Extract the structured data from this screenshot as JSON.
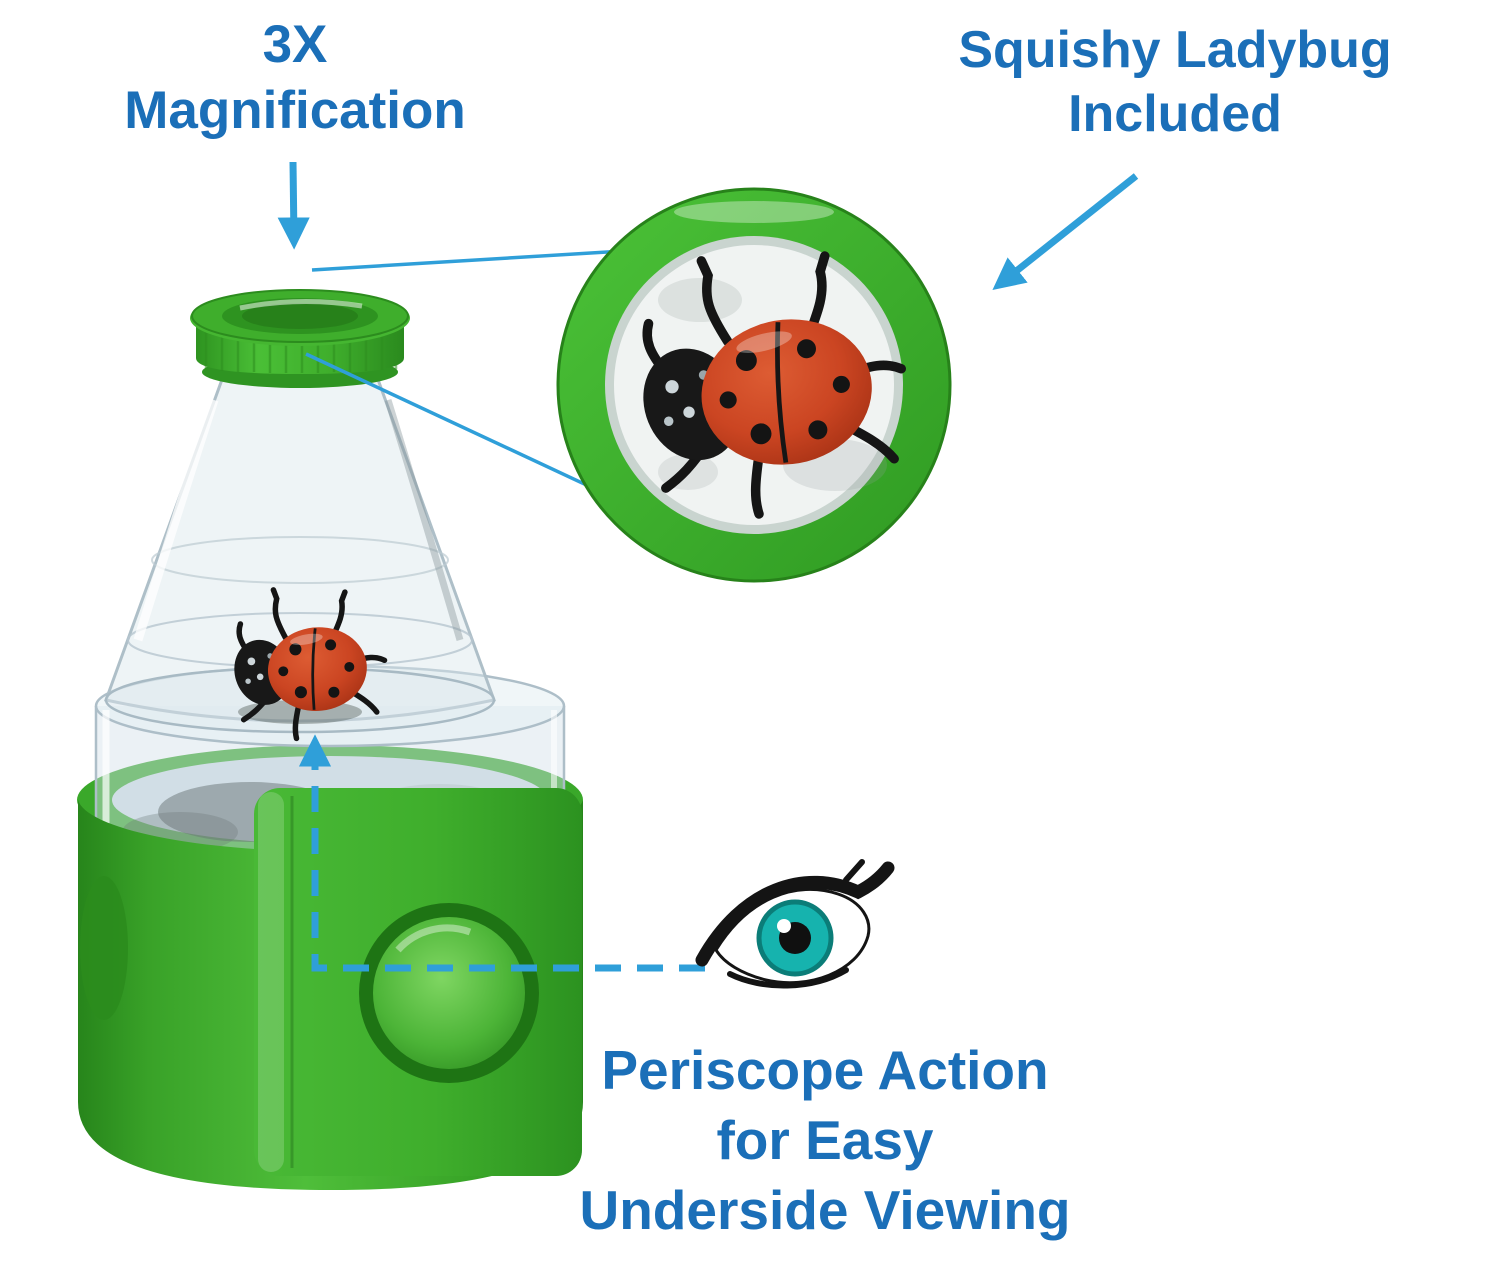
{
  "title": "Bug viewer product infographic",
  "colors": {
    "label_blue": "#1b6fb8",
    "arrow_blue": "#2f9fd9",
    "product_green": "#3fae2c",
    "product_green_dark": "#27821a",
    "ladybug_red": "#c64424",
    "iris_teal": "#16b3ae",
    "background": "#ffffff"
  },
  "annotations": {
    "magnification": {
      "lines": [
        "3X",
        "Magnification"
      ]
    },
    "included": {
      "lines": [
        "Squishy Ladybug",
        "Included"
      ]
    },
    "periscope": {
      "lines": [
        "Periscope Action",
        "for Easy",
        "Underside Viewing"
      ]
    }
  },
  "icons": {
    "eye": "eye-icon",
    "magnifier_cap": "magnifier-cap-icon",
    "ladybug": "ladybug-icon",
    "arrow": "arrow-icon",
    "dashed_path": "dashed-elbow-arrow-icon"
  }
}
